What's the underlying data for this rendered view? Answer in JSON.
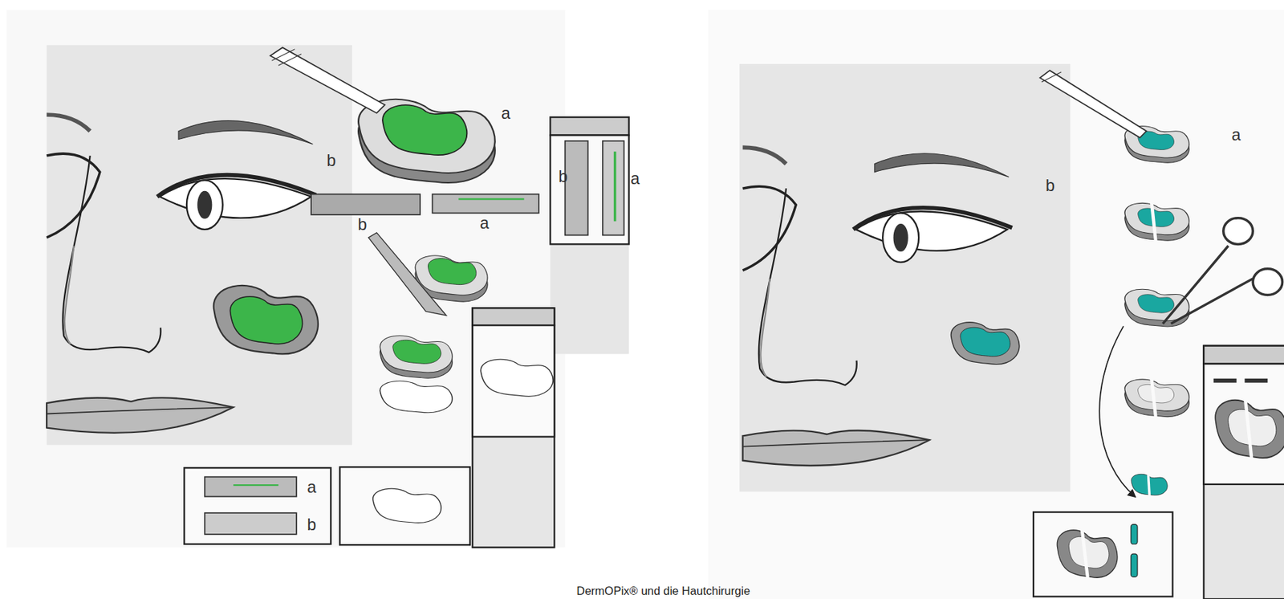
{
  "diagram": {
    "caption": "DermOPix® und die Hautchirurgie",
    "nodes": [
      {
        "text": [
          "b",
          "a"
        ]
      },
      {
        "text": [
          "a",
          "b"
        ]
      }
    ],
    "labels": [
      "a",
      "b",
      "b",
      "a",
      "b",
      "a"
    ]
  }
}
